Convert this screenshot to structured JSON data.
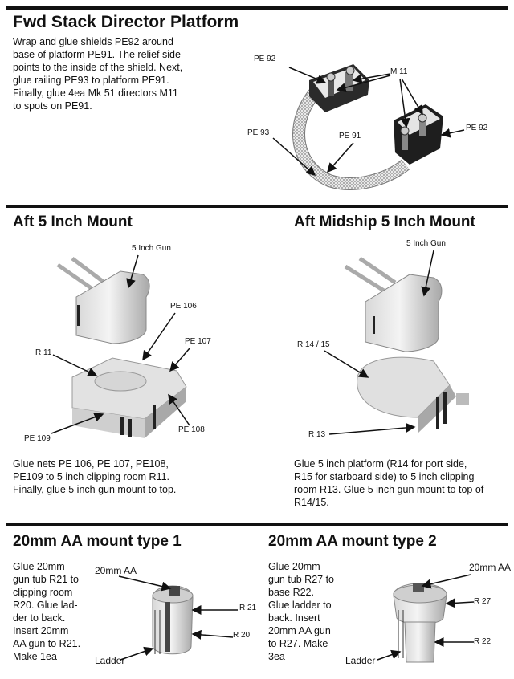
{
  "sections": {
    "fwd": {
      "title": "Fwd Stack Director Platform",
      "text": "Wrap and glue shields PE92 around\nbase of platform PE91. The relief side\npoints to the inside of the shield. Next,\nglue railing PE93 to platform PE91.\nFinally, glue 4ea Mk 51 directors M11\nto spots on PE91.",
      "labels": {
        "pe92_left": "PE 92",
        "m11": "M 11",
        "pe92_right": "PE 92",
        "pe93": "PE 93",
        "pe91": "PE 91"
      }
    },
    "aft": {
      "title": "Aft 5 Inch Mount",
      "text": "Glue nets PE 106, PE 107, PE108,\nPE109 to 5 inch clipping room R11.\nFinally, glue 5 inch gun mount to top.",
      "labels": {
        "gun": "5 Inch Gun",
        "pe106": "PE 106",
        "pe107": "PE 107",
        "r11": "R 11",
        "pe108": "PE 108",
        "pe109": "PE 109"
      }
    },
    "aft_mid": {
      "title": "Aft Midship 5 Inch Mount",
      "text": "Glue 5 inch platform (R14 for port side,\nR15 for starboard side) to 5 inch clipping\nroom R13. Glue 5 inch gun mount to top of\nR14/15.",
      "labels": {
        "gun": "5 Inch Gun",
        "r1415": "R 14 / 15",
        "r13": "R 13"
      }
    },
    "aa1": {
      "title": "20mm AA mount type 1",
      "text": "Glue 20mm\ngun tub R21 to\nclipping room\nR20. Glue lad-\nder to back.\nInsert 20mm\nAA gun to R21.\nMake 1ea",
      "labels": {
        "aa": "20mm AA",
        "r21": "R 21",
        "r20": "R 20",
        "ladder": "Ladder"
      }
    },
    "aa2": {
      "title": "20mm AA mount type 2",
      "text": "Glue 20mm\ngun tub R27 to\nbase R22.\nGlue ladder to\nback. Insert\n20mm AA gun\nto R27. Make\n3ea",
      "labels": {
        "aa": "20mm AA",
        "r27": "R 27",
        "r22": "R 22",
        "ladder": "Ladder"
      }
    }
  }
}
